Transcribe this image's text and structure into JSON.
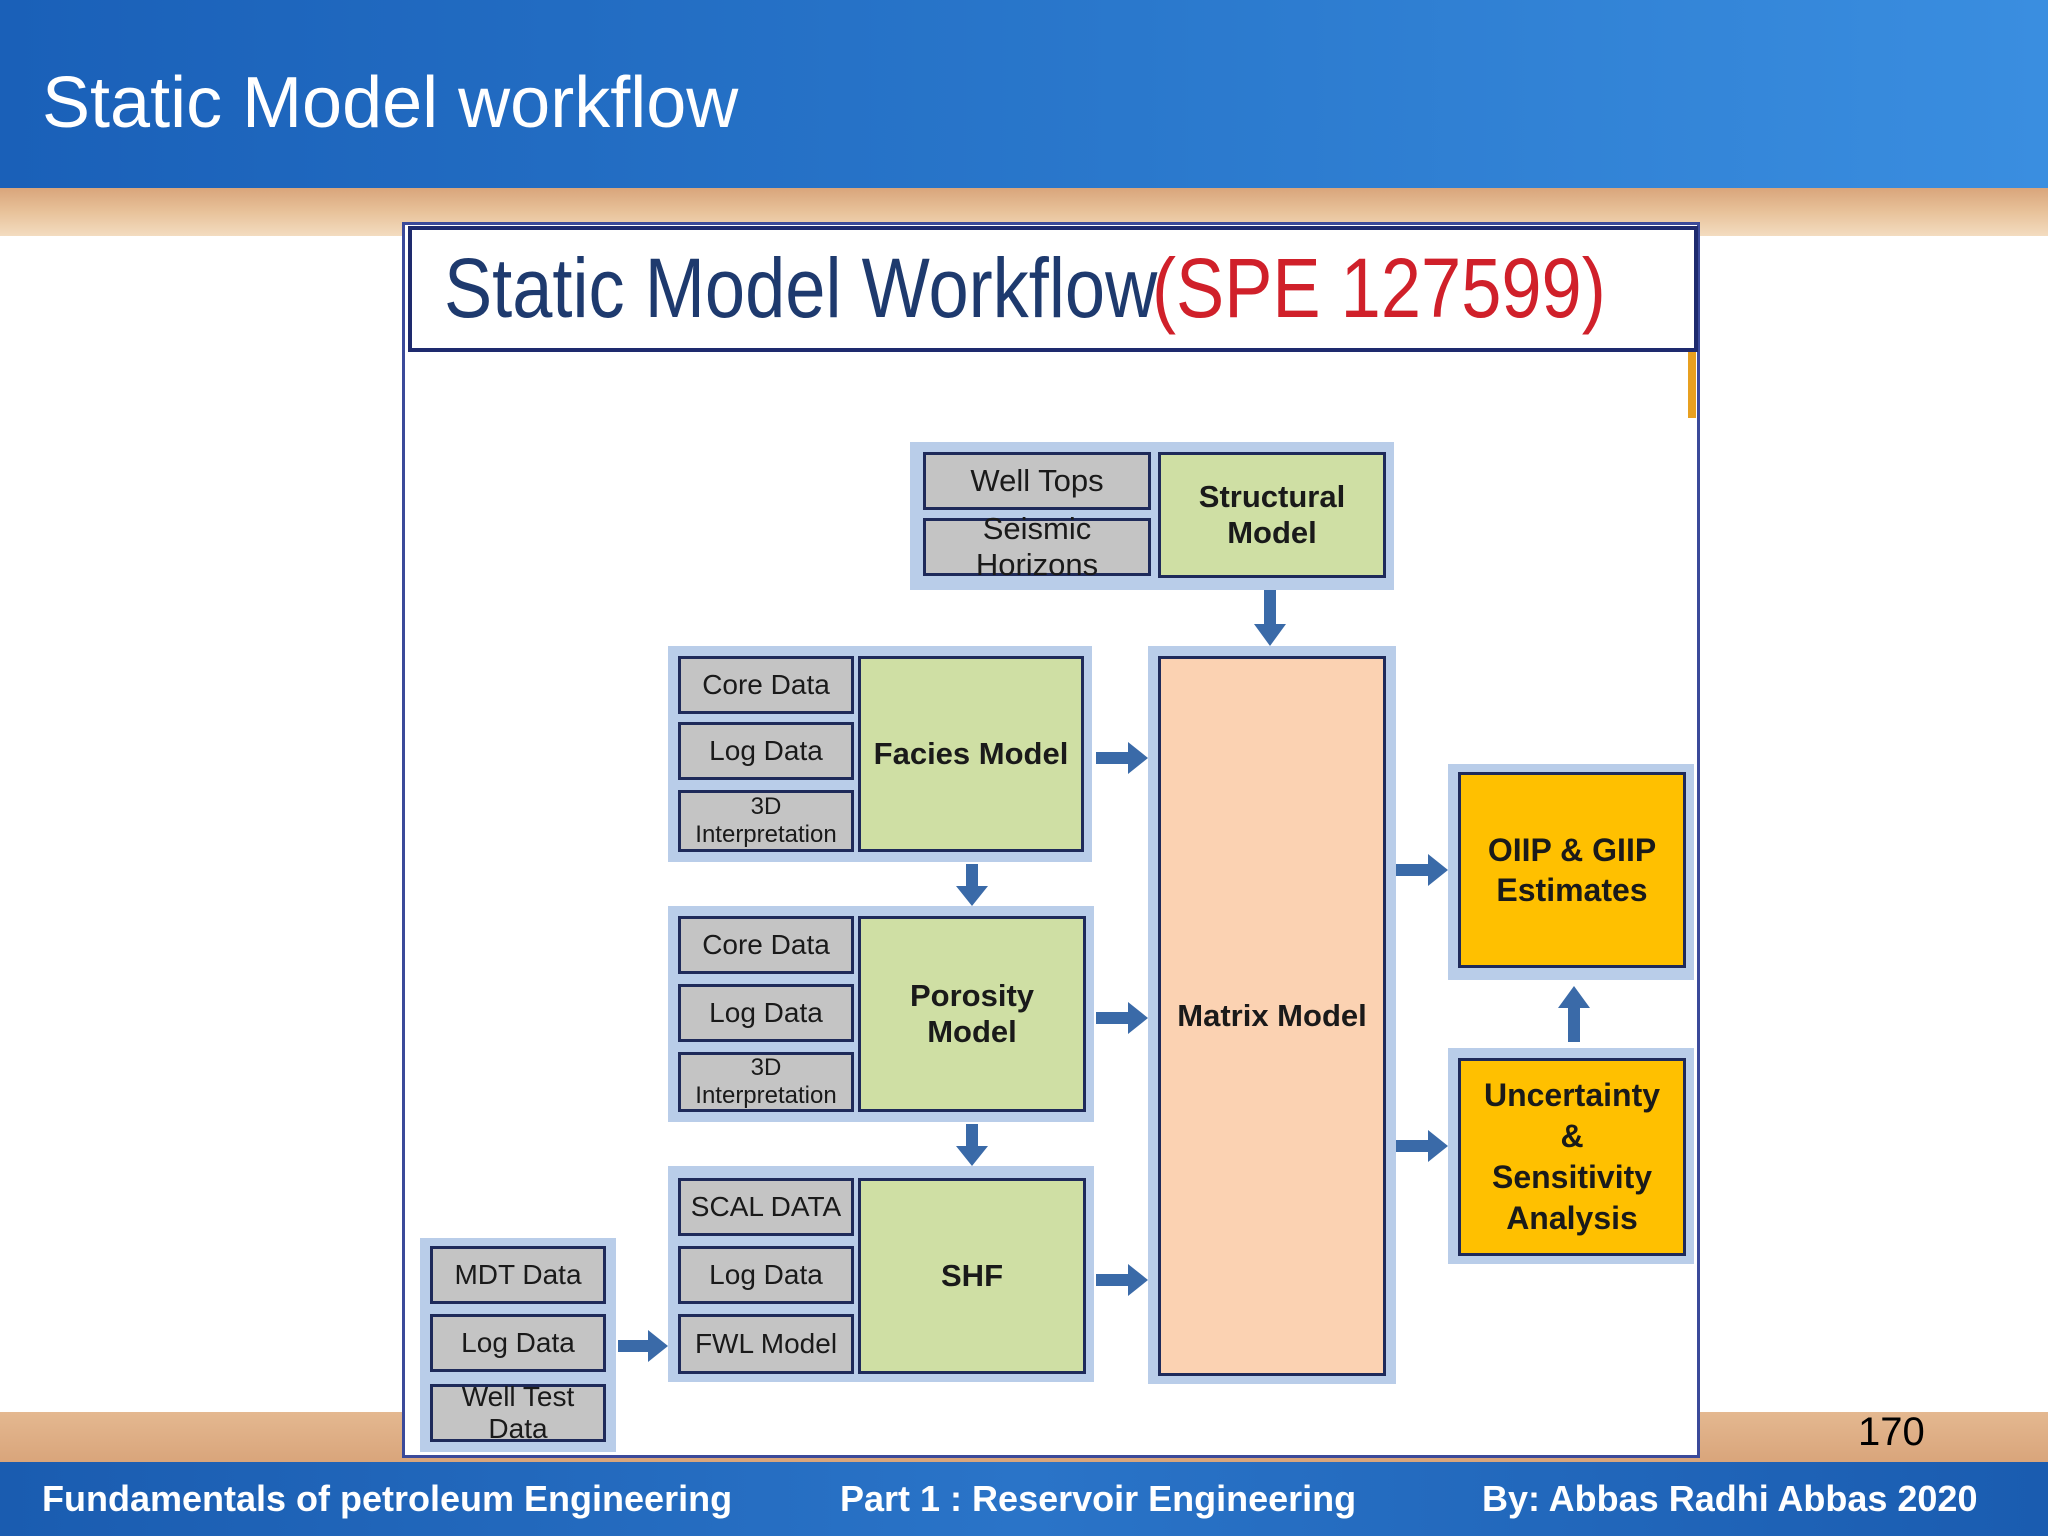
{
  "slide_title": "Static Model workflow",
  "diagram_title": {
    "main": "Static Model Workflow",
    "ref": "(SPE 127599)"
  },
  "structural_group": {
    "inputs": [
      "Well Tops",
      "Seismic Horizons"
    ],
    "model": "Structural Model"
  },
  "facies_group": {
    "inputs": [
      "Core Data",
      "Log Data",
      "3D Interpretation"
    ],
    "model": "Facies Model"
  },
  "porosity_group": {
    "inputs": [
      "Core Data",
      "Log Data",
      "3D Interpretation"
    ],
    "model": "Porosity Model"
  },
  "shf_group": {
    "inputs": [
      "SCAL DATA",
      "Log Data",
      "FWL Model"
    ],
    "model": "SHF"
  },
  "mdt_group": {
    "inputs": [
      "MDT Data",
      "Log Data",
      "Well Test Data"
    ]
  },
  "matrix_model": "Matrix Model",
  "oiip": [
    "OIIP & GIIP",
    "Estimates"
  ],
  "uncertainty": [
    "Uncertainty",
    "&",
    "Sensitivity",
    "Analysis"
  ],
  "page_number": "170",
  "footer": {
    "left": "Fundamentals of petroleum Engineering",
    "center": "Part 1 :  Reservoir Engineering",
    "right": "By: Abbas Radhi Abbas  2020"
  },
  "colors": {
    "header_blue": "#1a60b8",
    "group_bg": "#b9cde9",
    "input_gray": "#c4c4c4",
    "model_green": "#cfdfa4",
    "matrix_peach": "#fbd2b2",
    "result_orange": "#ffc000",
    "arrow_blue": "#3a6aa8",
    "title_red": "#d0202a",
    "title_navy": "#1e3a6e"
  }
}
